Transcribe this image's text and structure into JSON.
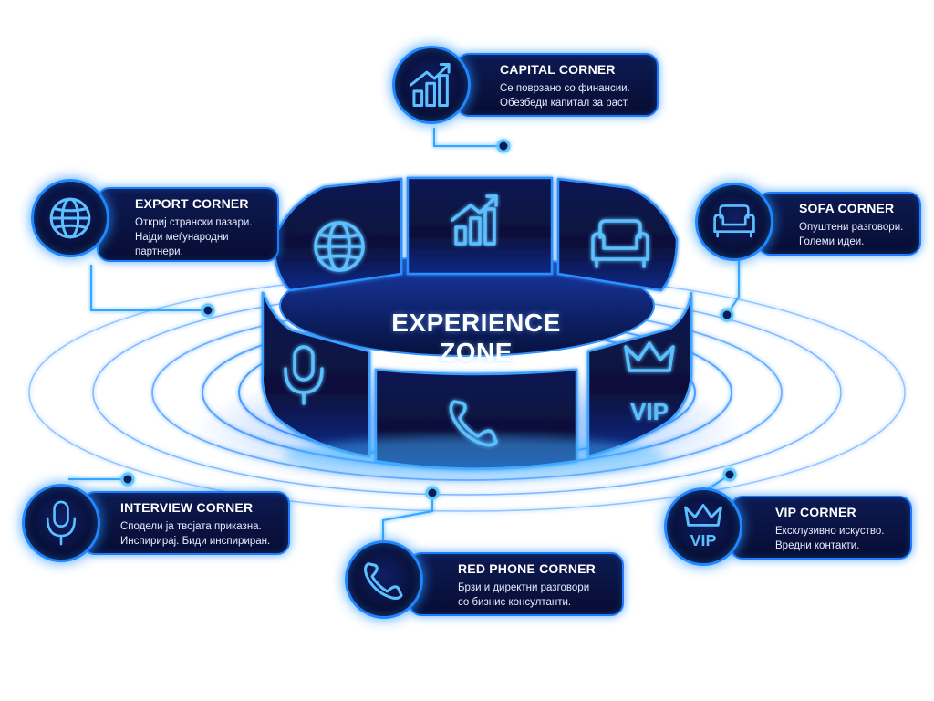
{
  "center": {
    "line1": "EXPERIENCE",
    "line2": "ZONE"
  },
  "corners": [
    {
      "key": "capital",
      "title": "CAPITAL CORNER",
      "lines": [
        "Се поврзано со финансии.",
        "Обезбеди капитал за раст."
      ],
      "icon": "growth-chart-icon"
    },
    {
      "key": "export",
      "title": "EXPORT CORNER",
      "lines": [
        "Откриј странски пазари.",
        "Најди меѓународни",
        "партнери."
      ],
      "icon": "globe-icon"
    },
    {
      "key": "sofa",
      "title": "SOFA CORNER",
      "lines": [
        "Опуштени разговори.",
        "Големи идеи."
      ],
      "icon": "sofa-icon"
    },
    {
      "key": "interview",
      "title": "INTERVIEW CORNER",
      "lines": [
        "Сподели ја твојата приказна.",
        "Инспирирај. Биди инспириран."
      ],
      "icon": "microphone-icon"
    },
    {
      "key": "redphone",
      "title": "RED PHONE CORNER",
      "lines": [
        "Брзи и директни разговори",
        "со бизнис консултанти."
      ],
      "icon": "phone-icon"
    },
    {
      "key": "vip",
      "title": "VIP CORNER",
      "lines": [
        "Ексклузивно искуство.",
        "Вредни контакти."
      ],
      "icon": "crown-vip-icon"
    }
  ],
  "vip_text": "VIP",
  "colors": {
    "accent": "#1e7bff",
    "glow": "#3fb4ff",
    "card_bg": "#0b1647",
    "text": "#ffffff"
  }
}
